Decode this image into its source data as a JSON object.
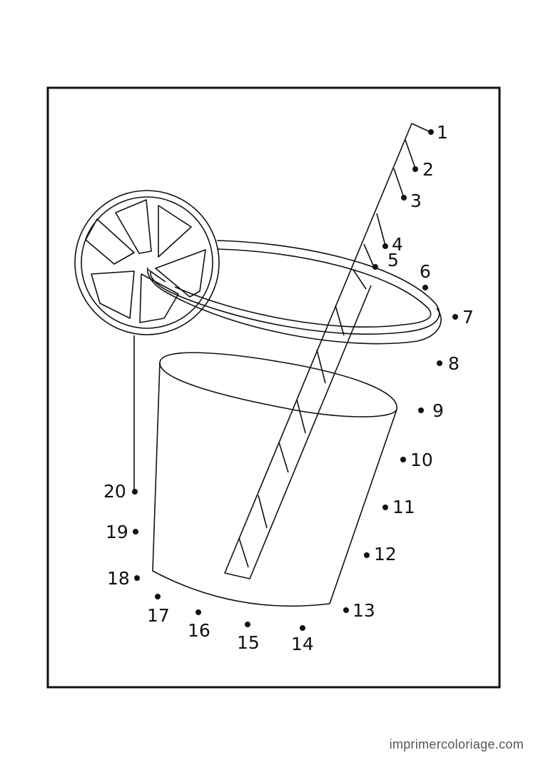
{
  "dots": [
    {
      "n": "1"
    },
    {
      "n": "2"
    },
    {
      "n": "3"
    },
    {
      "n": "4"
    },
    {
      "n": "5"
    },
    {
      "n": "6"
    },
    {
      "n": "7"
    },
    {
      "n": "8"
    },
    {
      "n": "9"
    },
    {
      "n": "10"
    },
    {
      "n": "11"
    },
    {
      "n": "12"
    },
    {
      "n": "13"
    },
    {
      "n": "14"
    },
    {
      "n": "15"
    },
    {
      "n": "16"
    },
    {
      "n": "17"
    },
    {
      "n": "18"
    },
    {
      "n": "19"
    },
    {
      "n": "20"
    }
  ],
  "footer": {
    "site": "imprimercoloriage.com"
  },
  "colors": {
    "line": "#111111",
    "background": "#ffffff",
    "footer_text": "#555555"
  }
}
